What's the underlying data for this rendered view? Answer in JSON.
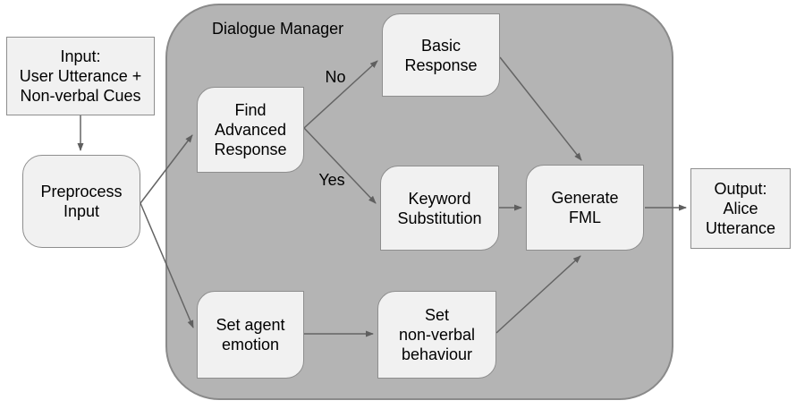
{
  "diagram": {
    "title": "Dialogue Manager",
    "edge_labels": {
      "no": "No",
      "yes": "Yes"
    },
    "nodes": {
      "input": {
        "lines": [
          "Input:",
          "User Utterance +",
          "Non-verbal Cues"
        ]
      },
      "preprocess": {
        "lines": [
          "Preprocess",
          "Input"
        ]
      },
      "find_advanced_response": {
        "lines": [
          "Find",
          "Advanced",
          "Response"
        ]
      },
      "basic_response": {
        "lines": [
          "Basic",
          "Response"
        ]
      },
      "keyword_substitution": {
        "lines": [
          "Keyword",
          "Substitution"
        ]
      },
      "generate_fml": {
        "lines": [
          "Generate",
          "FML"
        ]
      },
      "set_agent_emotion": {
        "lines": [
          "Set agent",
          "emotion"
        ]
      },
      "set_nonverbal_behaviour": {
        "lines": [
          "Set",
          "non-verbal",
          "behaviour"
        ]
      },
      "output": {
        "lines": [
          "Output:",
          "Alice",
          "Utterance"
        ]
      }
    },
    "edges": [
      {
        "from": "input",
        "to": "preprocess",
        "label": ""
      },
      {
        "from": "preprocess",
        "to": "find_advanced_response",
        "label": ""
      },
      {
        "from": "preprocess",
        "to": "set_agent_emotion",
        "label": ""
      },
      {
        "from": "find_advanced_response",
        "to": "basic_response",
        "label": "No"
      },
      {
        "from": "find_advanced_response",
        "to": "keyword_substitution",
        "label": "Yes"
      },
      {
        "from": "basic_response",
        "to": "generate_fml",
        "label": ""
      },
      {
        "from": "keyword_substitution",
        "to": "generate_fml",
        "label": ""
      },
      {
        "from": "generate_fml",
        "to": "output",
        "label": ""
      },
      {
        "from": "set_agent_emotion",
        "to": "set_nonverbal_behaviour",
        "label": ""
      },
      {
        "from": "set_nonverbal_behaviour",
        "to": "generate_fml",
        "label": ""
      }
    ],
    "colors": {
      "background": "#ffffff",
      "container_fill": "#b4b4b4",
      "container_border": "#8a8a8a",
      "node_fill": "#f1f1f1",
      "node_border": "#8e8e8e",
      "arrow": "#646464",
      "text": "#000000"
    }
  }
}
